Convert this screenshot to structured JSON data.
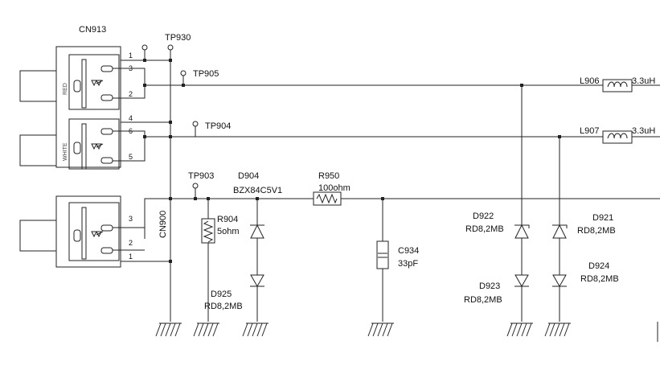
{
  "connector": {
    "name": "CN913",
    "net_label": "CN900",
    "jack_labels": [
      "RED",
      "WHITE"
    ],
    "pins": [
      "1",
      "3",
      "2",
      "4",
      "6",
      "5",
      "3",
      "2",
      "1"
    ]
  },
  "test_points": [
    "TP930",
    "TP905",
    "TP904",
    "TP903"
  ],
  "components": {
    "d904": {
      "ref": "D904",
      "value": "BZX84C5V1"
    },
    "r950": {
      "ref": "R950",
      "value": "100ohm"
    },
    "r904": {
      "ref": "R904",
      "value": "5ohm"
    },
    "d925": {
      "ref": "D925",
      "value": "RD8,2MB"
    },
    "c934": {
      "ref": "C934",
      "value": "33pF"
    },
    "d922": {
      "ref": "D922",
      "value": "RD8,2MB"
    },
    "d923": {
      "ref": "D923",
      "value": "RD8,2MB"
    },
    "d921": {
      "ref": "D921",
      "value": "RD8,2MB"
    },
    "d924": {
      "ref": "D924",
      "value": "RD8,2MB"
    },
    "l906": {
      "ref": "L906",
      "value": "3.3uH"
    },
    "l907": {
      "ref": "L907",
      "value": "3.3uH"
    }
  }
}
